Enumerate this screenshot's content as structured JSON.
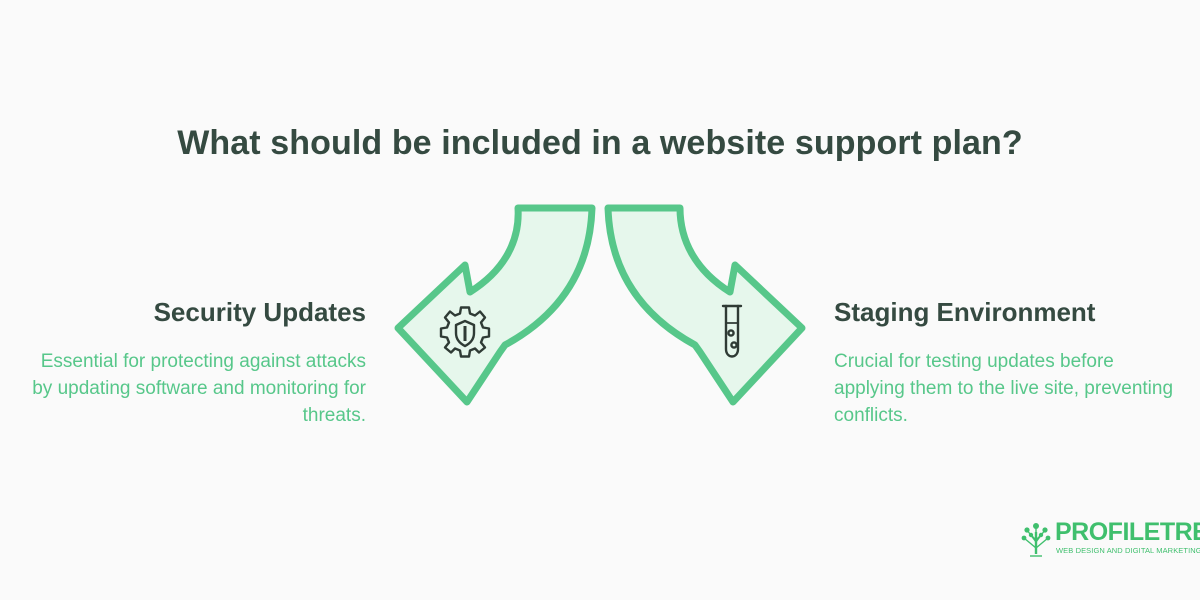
{
  "title": "What should be included in a website support plan?",
  "left": {
    "heading": "Security Updates",
    "description": "Essential for protecting against attacks by updating software and monitoring for threats.",
    "icon": "shield-gear-icon"
  },
  "right": {
    "heading": "Staging Environment",
    "description": "Crucial for testing updates before applying them to the live site, preventing conflicts.",
    "icon": "test-tube-icon"
  },
  "logo": {
    "name": "PROFILETREE",
    "tagline": "WEB DESIGN AND DIGITAL MARKETING",
    "icon": "tree-icon"
  },
  "colors": {
    "accent": "#57c78a",
    "arrow_fill": "#e6f7ec",
    "text_dark": "#354a41",
    "background": "#fafafa"
  }
}
